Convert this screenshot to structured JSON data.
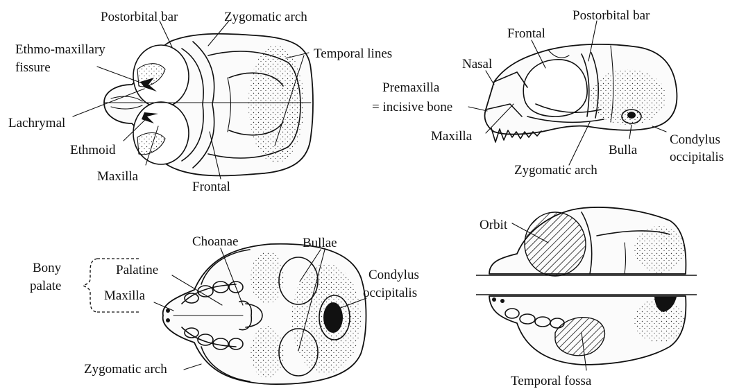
{
  "panels": [
    {
      "id": "dorsal",
      "labels": {
        "postorbital_bar": "Postorbital bar",
        "zygomatic_arch": "Zygomatic arch",
        "ethmo_maxillary_1": "Ethmo-maxillary",
        "ethmo_maxillary_2": "fissure",
        "temporal_lines": "Temporal lines",
        "lachrymal": "Lachrymal",
        "ethmoid": "Ethmoid",
        "maxilla": "Maxilla",
        "frontal": "Frontal"
      }
    },
    {
      "id": "lateral",
      "labels": {
        "frontal": "Frontal",
        "postorbital_bar": "Postorbital bar",
        "nasal": "Nasal",
        "premaxilla_1": "Premaxilla",
        "premaxilla_2": "= incisive bone",
        "maxilla": "Maxilla",
        "bulla": "Bulla",
        "condylus_1": "Condylus",
        "condylus_2": "occipitalis",
        "zygomatic_arch": "Zygomatic arch"
      }
    },
    {
      "id": "ventral",
      "labels": {
        "choanae": "Choanae",
        "bullae": "Bullae",
        "bony_palate_1": "Bony",
        "bony_palate_2": "palate",
        "palatine": "Palatine",
        "maxilla": "Maxilla",
        "condylus_1": "Condylus",
        "condylus_2": "occipitalis",
        "zygomatic_arch": "Zygomatic arch"
      }
    },
    {
      "id": "composite",
      "labels": {
        "orbit": "Orbit",
        "temporal_fossa": "Temporal fossa"
      }
    }
  ]
}
